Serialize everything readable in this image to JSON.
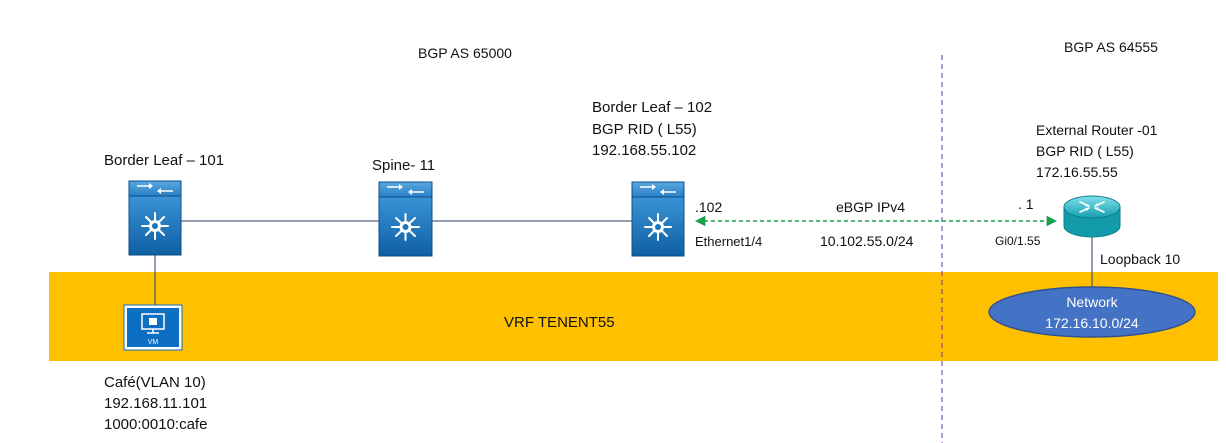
{
  "zones": {
    "as_left": "BGP AS 65000",
    "as_right": "BGP AS 64555",
    "vrf": "VRF TENENT55"
  },
  "devices": {
    "border_leaf_101": {
      "name": "Border Leaf – 101"
    },
    "spine_11": {
      "name": "Spine- 11"
    },
    "border_leaf_102": {
      "name": "Border Leaf – 102",
      "rid_label": "BGP RID ( L55)",
      "rid": "192.168.55.102",
      "ip_suffix": ".102",
      "interface": "Ethernet1/4"
    },
    "external_router": {
      "name": "External Router -01",
      "rid_label": "BGP RID ( L55)",
      "rid": "172.16.55.55",
      "ip_suffix": ". 1",
      "interface": "Gi0/1.55",
      "loopback": "Loopback 10"
    },
    "vm": {
      "badge": "VM",
      "line1": "Café(VLAN 10)",
      "line2": "192.168.11.101",
      "line3": "1000:0010:cafe"
    }
  },
  "link": {
    "protocol": "eBGP IPv4",
    "subnet": "10.102.55.0/24"
  },
  "network": {
    "label": "Network",
    "subnet": "172.16.10.0/24"
  },
  "colors": {
    "vrf_band": "#FFC000",
    "switch_blue": "#1b75bb",
    "vm_blue": "#0d6fc1",
    "router_teal": "#1fb8c9",
    "network_fill": "#4472C4",
    "network_border": "#2F528F",
    "ebgp_arrow": "#19a04a",
    "divider": "#7030A0"
  },
  "icons": [
    "switch-icon",
    "router-icon",
    "vm-icon"
  ]
}
